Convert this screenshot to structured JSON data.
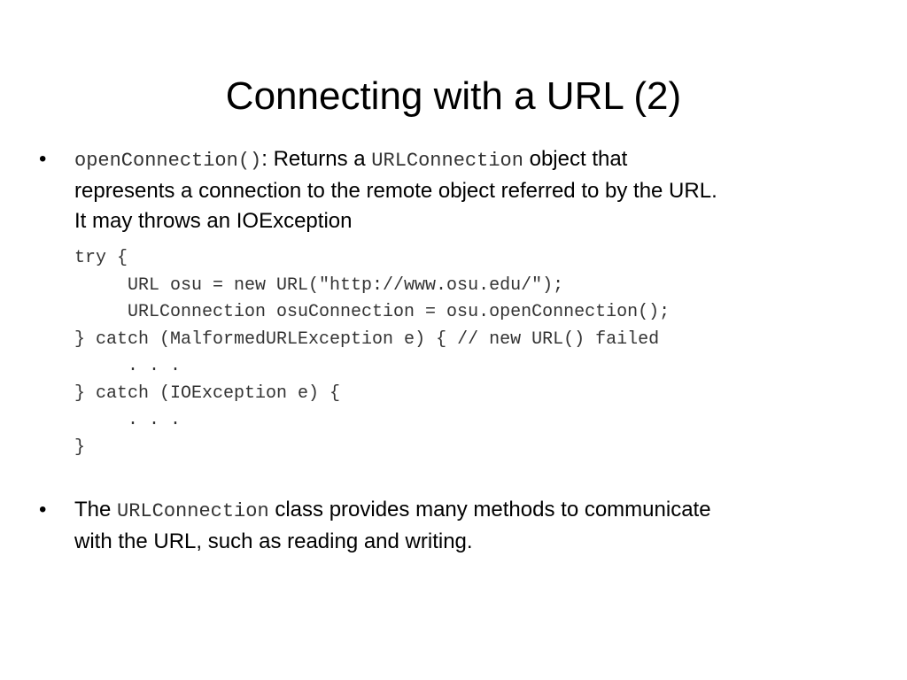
{
  "slide": {
    "title": "Connecting with a URL (2)",
    "bullet_glyph": "•",
    "bullet1": {
      "method": "openConnection()",
      "text_a": ": Returns a ",
      "class_name": "URLConnection",
      "text_b": " object that",
      "line2": "represents a connection to the remote object referred to by the URL.",
      "line3": "It may throws an IOException"
    },
    "code_lines": [
      "try {",
      "URL osu = new URL(\"http://www.osu.edu/\");",
      "URLConnection osuConnection = osu.openConnection();",
      "} catch (MalformedURLException e) { // new URL() failed",
      ". . .",
      "} catch (IOException e) {",
      ". . .",
      "}"
    ],
    "bullet2": {
      "text_a": "The ",
      "class_name": "URLConnection",
      "text_b": " class provides many methods to communicate",
      "line2": "with the URL, such as reading and writing."
    }
  }
}
